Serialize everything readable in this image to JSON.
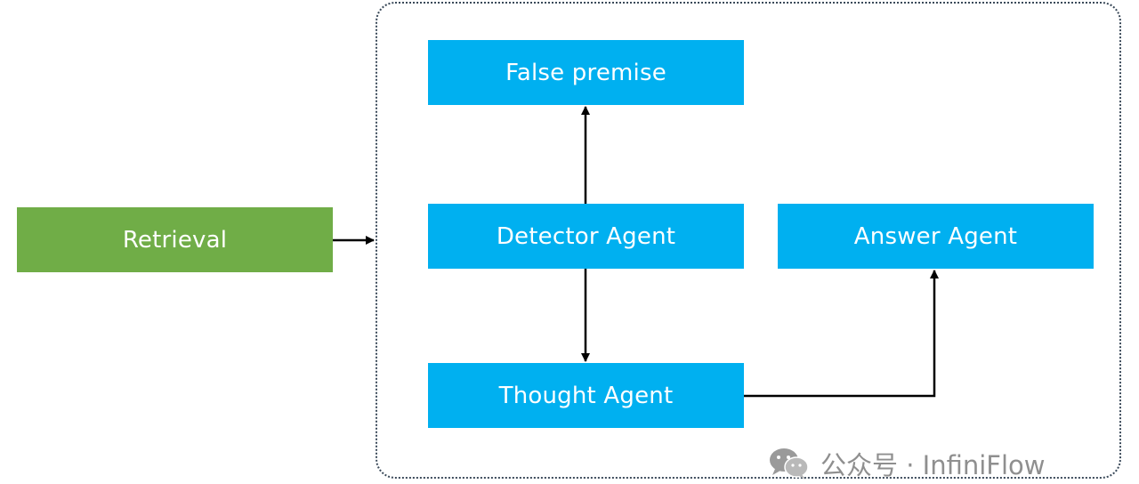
{
  "nodes": {
    "retrieval": "Retrieval",
    "false_premise": "False premise",
    "detector_agent": "Detector Agent",
    "answer_agent": "Answer Agent",
    "thought_agent": "Thought Agent"
  },
  "colors": {
    "agent_box": "#00b0f0",
    "retrieval_box": "#70ad47",
    "edge": "#000000",
    "container_border": "#3b4a5a",
    "watermark": "#8f8f8f"
  },
  "watermark": {
    "text": "公众号 · InfiniFlow",
    "icon": "wechat-icon"
  }
}
